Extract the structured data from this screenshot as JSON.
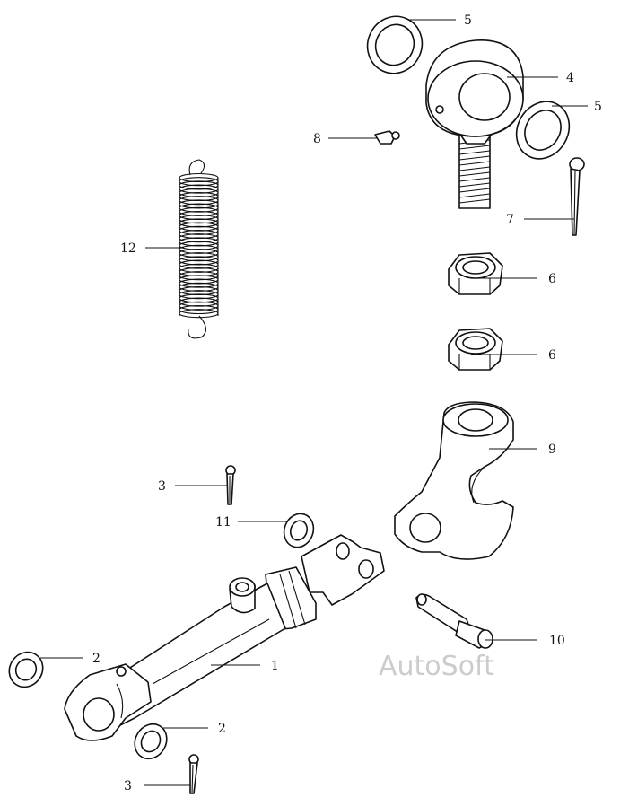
{
  "callouts": [
    {
      "part": "tie-rod-cylinder",
      "number": "1"
    },
    {
      "part": "washer-left",
      "number": "2"
    },
    {
      "part": "washer-bottom",
      "number": "2"
    },
    {
      "part": "cotter-pin-upper",
      "number": "3"
    },
    {
      "part": "cotter-pin-lower",
      "number": "3"
    },
    {
      "part": "eye-bolt",
      "number": "4"
    },
    {
      "part": "washer-top",
      "number": "5"
    },
    {
      "part": "washer-right",
      "number": "5"
    },
    {
      "part": "nut-upper",
      "number": "6"
    },
    {
      "part": "nut-lower",
      "number": "6"
    },
    {
      "part": "split-pin",
      "number": "7"
    },
    {
      "part": "grease-nipple",
      "number": "8"
    },
    {
      "part": "bracket-arm",
      "number": "9"
    },
    {
      "part": "pin",
      "number": "10"
    },
    {
      "part": "washer-small",
      "number": "11"
    },
    {
      "part": "tension-spring",
      "number": "12"
    }
  ],
  "watermark": "AutoSoft"
}
